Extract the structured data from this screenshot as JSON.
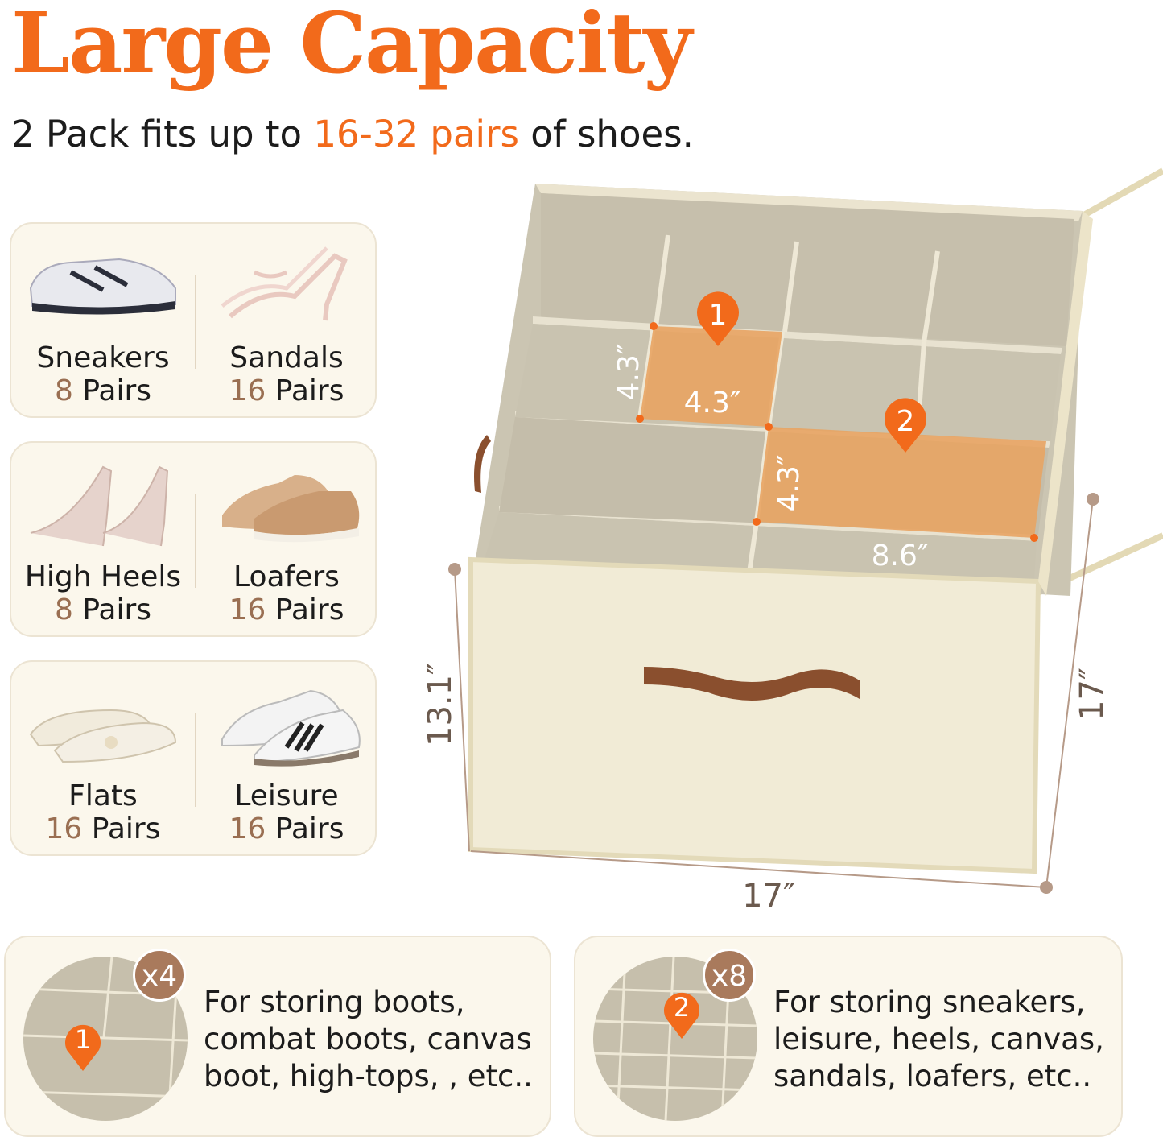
{
  "header": {
    "title": "Large Capacity",
    "subtitle_pre": "2 Pack fits up to ",
    "subtitle_highlight": "16-32 pairs",
    "subtitle_post": " of shoes."
  },
  "shoe_types": [
    {
      "name": "Sneakers",
      "count": "8",
      "unit": "Pairs",
      "icon": "sneaker-icon"
    },
    {
      "name": "Sandals",
      "count": "16",
      "unit": "Pairs",
      "icon": "sandal-icon"
    },
    {
      "name": "High Heels",
      "count": "8",
      "unit": "Pairs",
      "icon": "high-heel-icon"
    },
    {
      "name": "Loafers",
      "count": "16",
      "unit": "Pairs",
      "icon": "loafer-icon"
    },
    {
      "name": "Flats",
      "count": "16",
      "unit": "Pairs",
      "icon": "flat-shoe-icon"
    },
    {
      "name": "Leisure",
      "count": "16",
      "unit": "Pairs",
      "icon": "leisure-shoe-icon"
    }
  ],
  "box": {
    "marker_1": "1",
    "marker_2": "2",
    "cell1_height": "4.3″",
    "cell1_width": "4.3″",
    "cell2_height": "4.3″",
    "cell2_width": "8.6″",
    "box_height": "13.1″",
    "box_width": "17″",
    "box_depth": "17″"
  },
  "compartments": [
    {
      "marker": "1",
      "multiplier": "x4",
      "text": "For storing boots,\ncombat boots, canvas\nboot, high-tops, , etc.."
    },
    {
      "marker": "2",
      "multiplier": "x8",
      "text": "For storing sneakers,\nleisure, heels, canvas,\nsandals, loafers, etc.."
    }
  ],
  "colors": {
    "accent": "#f26a1b",
    "count_brown": "#9a6f52",
    "card_bg": "#fbf7ec",
    "badge": "#a97a5c",
    "handle": "#8a4f2e"
  }
}
